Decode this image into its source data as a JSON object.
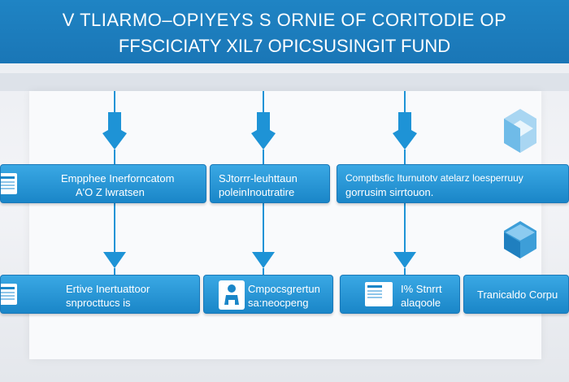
{
  "header": {
    "title_line1": "V  TLIARMO–OPIYEYS  S  ORNIE  OF  CORITODIE  OP",
    "title_line2": "FFSCICIATY  XIL7  OPICSUSINGIT  FUND"
  },
  "row1": [
    {
      "line1": "Empphee Inerforncatom",
      "line2": "A'O Z lwratsen"
    },
    {
      "line1": "SJtorrr-leuhttaun",
      "line2": "poleinInoutratire"
    },
    {
      "line1": "Comptbsfic Iturnutotv atelarz loesperruuy",
      "line2": "gorrusim  sirrtouon."
    }
  ],
  "row2": [
    {
      "line1": "Ertive Inertuattoor",
      "line2": "snprocttucs is"
    },
    {
      "line1": "Cmpocsgrertun",
      "line2": "sa:neocpeng"
    },
    {
      "line1": "I% Stnrrt",
      "line2": "alaqoole"
    },
    {
      "line1": "Tranicaldo Corpu"
    }
  ],
  "colors": {
    "accent": "#1a86c8",
    "header": "#1f84c4",
    "arrow": "#1e93d6"
  },
  "icons": [
    "window-icon",
    "person-icon",
    "cube-icon",
    "arrow-down-icon"
  ]
}
